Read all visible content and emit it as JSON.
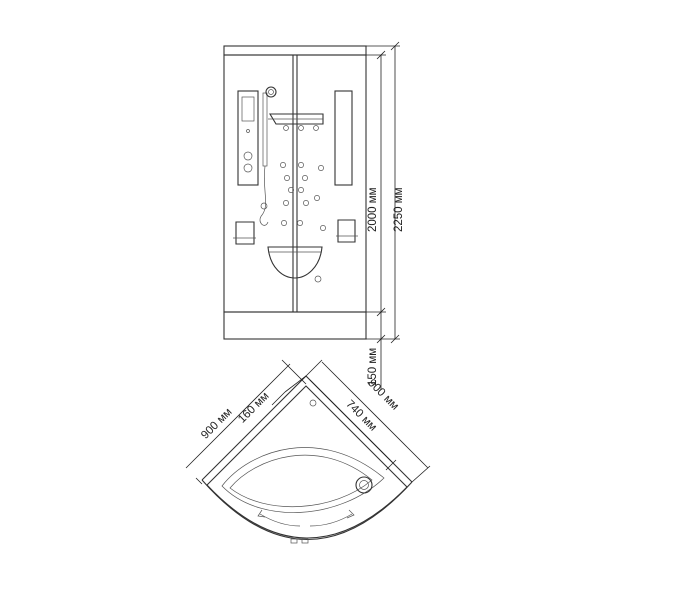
{
  "dimensions": {
    "height_cabin": "2000 мм",
    "height_total": "2250 мм",
    "tray_height": "150 мм",
    "width_left": "900 мм",
    "width_right": "900 мм",
    "door_offset": "160 мм",
    "door_opening": "740 мм"
  }
}
